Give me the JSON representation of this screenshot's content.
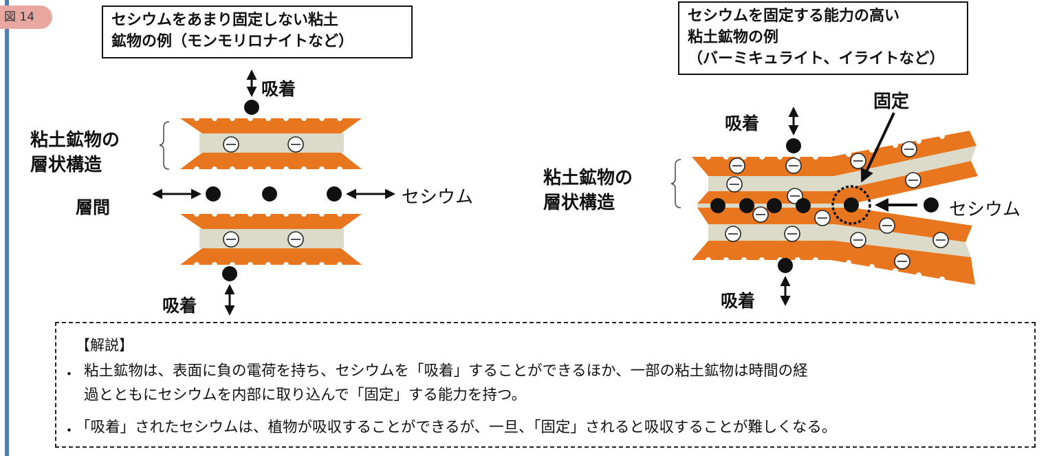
{
  "figure_label": "図 14",
  "left_panel": {
    "caption_lines": [
      "セシウムをあまり固定しない粘土",
      "鉱物の例（モンモリロナイトなど）"
    ],
    "adsorb_top": "吸着",
    "adsorb_bottom": "吸着",
    "structure_label": [
      "粘土鉱物の",
      "層状構造"
    ],
    "interlayer": "層間",
    "cesium": "セシウム"
  },
  "right_panel": {
    "caption_lines": [
      "セシウムを固定する能力の高い",
      "粘土鉱物の例",
      "（バーミキュライト、イライトなど）"
    ],
    "fixed": "固定",
    "adsorb_top": "吸着",
    "adsorb_bottom": "吸着",
    "structure_label": [
      "粘土鉱物の",
      "層状構造"
    ],
    "cesium": "セシウム"
  },
  "explanation": {
    "title": "【解説】",
    "bullets": [
      [
        "粘土鉱物は、表面に負の電荷を持ち、セシウムを「吸着」することができるほか、一部の粘土鉱物は時間の経",
        "過とともにセシウムを内部に取り込んで「固定」する能力を持つ。"
      ],
      [
        "「吸着」されたセシウムは、植物が吸収することができるが、一旦、「固定」されると吸収することが難しくなる。"
      ]
    ],
    "bullet_marker": "・"
  },
  "colors": {
    "clay": "#e8761e",
    "interlayer": "#dcdac8",
    "accent": "#4f7fb8"
  }
}
